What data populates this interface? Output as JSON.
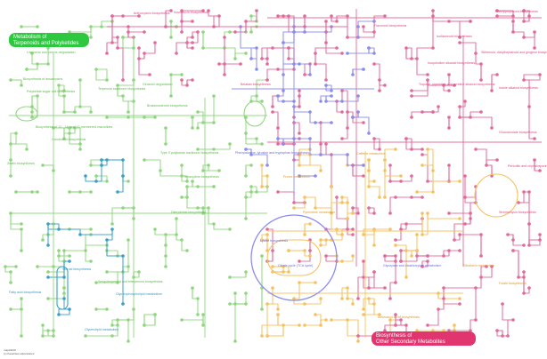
{
  "titles": {
    "terpenoids_line1": "Metabolism of",
    "terpenoids_line2": "Terpenoids and Polyketides",
    "secondary_line1": "Biosynthesis of",
    "secondary_line2": "Other Secondary Metabolites"
  },
  "footer": {
    "line1": "map01100",
    "line2": "(c) Kanehisa Laboratories"
  },
  "colors": {
    "terpenoid_green": "#2dc840",
    "secondary_pink": "#e0356f",
    "nucleotide_orange": "#f2a31b",
    "lipid_teal": "#39a0c8",
    "amino_blue": "#6e6ee6",
    "glycan_lightblue": "#7ab8e0",
    "green_line": "#8fd77e",
    "pink_line": "#e2699a",
    "orange_line": "#f6c15f",
    "blue_line": "#8c8cf0"
  },
  "labels": [
    {
      "id": "lbl-1",
      "text": "Limonene and pinene degradation",
      "color": "green"
    },
    {
      "id": "lbl-2",
      "text": "Biosynthesis of ansamycins",
      "color": "green"
    },
    {
      "id": "lbl-3",
      "text": "Polyketide sugar unit biosynthesis",
      "color": "green"
    },
    {
      "id": "lbl-4",
      "text": "Terpenoid backbone biosynthesis",
      "color": "green"
    },
    {
      "id": "lbl-5",
      "text": "Biosynthesis of 12-, 14- and 16-membered macrolides",
      "color": "green"
    },
    {
      "id": "lbl-6",
      "text": "Carotenoid biosynthesis",
      "color": "green"
    },
    {
      "id": "lbl-7",
      "text": "Zeatin biosynthesis",
      "color": "green"
    },
    {
      "id": "lbl-8",
      "text": "Brassinosteroid biosynthesis",
      "color": "green"
    },
    {
      "id": "lbl-9",
      "text": "Geraniol degradation",
      "color": "green"
    },
    {
      "id": "lbl-10",
      "text": "Diterpenoid biosynthesis",
      "color": "green"
    },
    {
      "id": "lbl-11",
      "text": "Sesquiterpenoid and triterpenoid biosynthesis",
      "color": "green"
    },
    {
      "id": "lbl-12",
      "text": "Tetracycline biosynthesis",
      "color": "green"
    },
    {
      "id": "lbl-13",
      "text": "Type II polyketide backbone biosynthesis",
      "color": "green"
    },
    {
      "id": "lbl-14",
      "text": "Steroid biosynthesis",
      "color": "lipid"
    },
    {
      "id": "lbl-15",
      "text": "Flavonoid biosynthesis",
      "color": "pink"
    },
    {
      "id": "lbl-16",
      "text": "Isoflavonoid biosynthesis",
      "color": "pink"
    },
    {
      "id": "lbl-17",
      "text": "Phenylpropanoid biosynthesis",
      "color": "pink"
    },
    {
      "id": "lbl-18",
      "text": "Stilbenoid, diarylheptanoid and gingerol biosynthesis",
      "color": "pink"
    },
    {
      "id": "lbl-19",
      "text": "Isoquinoline alkaloid biosynthesis",
      "color": "pink"
    },
    {
      "id": "lbl-20",
      "text": "Tropane, piperidine and pyridine alkaloid biosynthesis",
      "color": "pink"
    },
    {
      "id": "lbl-21",
      "text": "Indole alkaloid biosynthesis",
      "color": "pink"
    },
    {
      "id": "lbl-22",
      "text": "Caffeine metabolism",
      "color": "orange"
    },
    {
      "id": "lbl-23",
      "text": "Purine metabolism",
      "color": "orange"
    },
    {
      "id": "lbl-24",
      "text": "Pyrimidine metabolism",
      "color": "orange"
    },
    {
      "id": "lbl-25",
      "text": "Glucosinolate biosynthesis",
      "color": "pink"
    },
    {
      "id": "lbl-26",
      "text": "Penicillin and cephalosporin biosynthesis",
      "color": "pink"
    },
    {
      "id": "lbl-27",
      "text": "Streptomycin biosynthesis",
      "color": "pink"
    },
    {
      "id": "lbl-28",
      "text": "Phenylalanine, tyrosine and tryptophan biosynthesis",
      "color": "blue"
    },
    {
      "id": "lbl-29",
      "text": "Lysine biosynthesis",
      "color": "blue"
    },
    {
      "id": "lbl-30",
      "text": "Betalain biosynthesis",
      "color": "pink"
    },
    {
      "id": "lbl-31",
      "text": "Anthocyanin biosynthesis",
      "color": "pink"
    },
    {
      "id": "lbl-32",
      "text": "Novobiocin biosynthesis",
      "color": "pink"
    },
    {
      "id": "lbl-33",
      "text": "Aminoacyl-tRNA biosynthesis",
      "color": "orange"
    },
    {
      "id": "lbl-34",
      "text": "Citrate cycle (TCA cycle)",
      "color": "blue"
    },
    {
      "id": "lbl-35",
      "text": "Glyoxylate and dicarboxylate metabolism",
      "color": "blue"
    },
    {
      "id": "lbl-36",
      "text": "Glycerolipid metabolism",
      "color": "lipid"
    },
    {
      "id": "lbl-37",
      "text": "Fatty acid biosynthesis",
      "color": "lipid"
    },
    {
      "id": "lbl-38",
      "text": "Glycerophospholipid metabolism",
      "color": "lipid"
    },
    {
      "id": "lbl-39",
      "text": "Riboflavin metabolism",
      "color": "orange"
    },
    {
      "id": "lbl-40",
      "text": "Folate biosynthesis",
      "color": "orange"
    }
  ]
}
